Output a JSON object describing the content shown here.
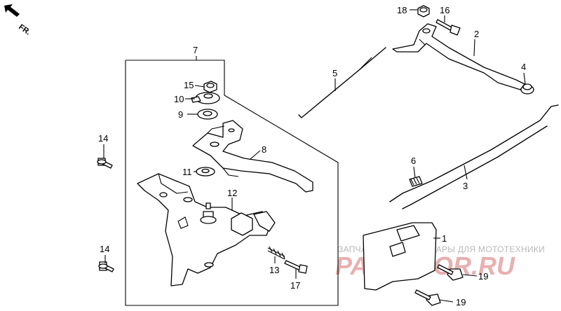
{
  "direction_label": "FR.",
  "callouts": {
    "p1": "1",
    "p2": "2",
    "p3": "3",
    "p4": "4",
    "p5": "5",
    "p6": "6",
    "p7": "7",
    "p8": "8",
    "p9": "9",
    "p10": "10",
    "p11": "11",
    "p12": "12",
    "p13": "13",
    "p14a": "14",
    "p14b": "14",
    "p15": "15",
    "p16": "16",
    "p17": "17",
    "p18": "18",
    "p19a": "19",
    "p19b": "19"
  },
  "watermark": {
    "line1": "ЗАПЧАСТИ И АКСЕССУАРЫ ДЛЯ МОТОТЕХНИКИ",
    "line2": "PARTSTOR.RU"
  }
}
